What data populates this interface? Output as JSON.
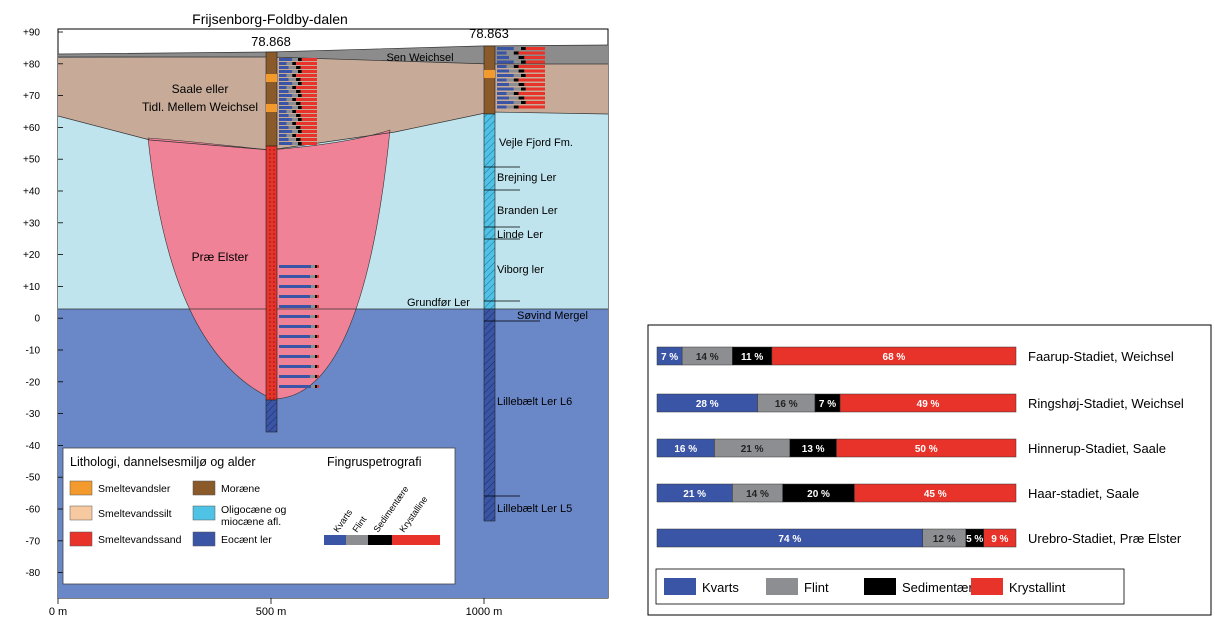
{
  "cross_section": {
    "title": "Frijsenborg-Foldby-dalen",
    "y_ticks": [
      "+90",
      "+80",
      "+70",
      "+60",
      "+50",
      "+40",
      "+30",
      "+20",
      "+10",
      "0",
      "-10",
      "-20",
      "-30",
      "-40",
      "-50",
      "-60",
      "-70",
      "-80"
    ],
    "x_ticks": [
      "0 m",
      "500 m",
      "1000 m"
    ],
    "boreholes": [
      {
        "id": "78.868",
        "x_m": 500,
        "top_m": 83,
        "bottom_m": -36
      },
      {
        "id": "78.863",
        "x_m": 1000,
        "top_m": 86,
        "bottom_m": -65
      }
    ],
    "units": [
      {
        "name": "Sen Weichsel",
        "color": "#8c8c8c"
      },
      {
        "name": "Saale eller",
        "color": "#c7ab98"
      },
      {
        "name": "Tidl. Mellem Weichsel",
        "color": "#c7ab98"
      },
      {
        "name": "Præ Elster",
        "color": "#f08297"
      },
      {
        "name": "Vejle Fjord Fm.",
        "color": "#bfe4ee"
      },
      {
        "name": "Brejning Ler",
        "color": "#bfe4ee"
      },
      {
        "name": "Branden Ler",
        "color": "#bfe4ee"
      },
      {
        "name": "Linde Ler",
        "color": "#bfe4ee"
      },
      {
        "name": "Viborg ler",
        "color": "#bfe4ee"
      },
      {
        "name": "Grundfør Ler",
        "color": "#bfe4ee"
      },
      {
        "name": "Søvind Mergel",
        "color": "#6a87c8"
      },
      {
        "name": "Lillebælt Ler L6",
        "color": "#6a87c8"
      },
      {
        "name": "Lillebælt Ler L5",
        "color": "#6a87c8"
      }
    ],
    "legend": {
      "title_lithology": "Lithologi, dannelsesmiljø og alder",
      "title_petro": "Fingruspetrografi",
      "items": [
        {
          "label": "Smeltevandsler",
          "color": "#f39a2c"
        },
        {
          "label": "Moræne",
          "color": "#8a5a2b"
        },
        {
          "label": "Smeltevandssilt",
          "color": "#f6c9a0"
        },
        {
          "label": "Oligocæne og",
          "color": "#4ec3e6"
        },
        {
          "label": "miocæne afl.",
          "color": ""
        },
        {
          "label": "Smeltevandssand",
          "color": "#e8332a"
        },
        {
          "label": "Eocænt ler",
          "color": "#3a55a6"
        }
      ],
      "petro_labels": [
        "Kvarts",
        "Flint",
        "Sedimentære",
        "Krystalline"
      ]
    }
  },
  "chart_data": {
    "type": "bar",
    "stacked": true,
    "orientation": "horizontal",
    "percent": true,
    "categories": [
      "Faarup-Stadiet, Weichsel",
      "Ringshøj-Stadiet, Weichsel",
      "Hinnerup-Stadiet, Saale",
      "Haar-stadiet, Saale",
      "Urebro-Stadiet, Præ Elster"
    ],
    "series": [
      {
        "name": "Kvarts",
        "color": "#3a55a6",
        "values": [
          7,
          28,
          16,
          21,
          74
        ]
      },
      {
        "name": "Flint",
        "color": "#8c8e91",
        "values": [
          14,
          16,
          21,
          14,
          12
        ]
      },
      {
        "name": "Sedimentært",
        "color": "#000000",
        "values": [
          11,
          7,
          13,
          20,
          5
        ]
      },
      {
        "name": "Krystallint",
        "color": "#e8332a",
        "values": [
          68,
          49,
          50,
          45,
          9
        ]
      }
    ],
    "value_labels": [
      [
        "7 %",
        "14 %",
        "11 %",
        "68 %"
      ],
      [
        "28 %",
        "16 %",
        "7 %",
        "49 %"
      ],
      [
        "16 %",
        "21 %",
        "13 %",
        "50 %"
      ],
      [
        "21 %",
        "14 %",
        "20 %",
        "45 %"
      ],
      [
        "74 %",
        "12 %",
        "5 %",
        "9 %"
      ]
    ],
    "legend_position": "bottom"
  }
}
